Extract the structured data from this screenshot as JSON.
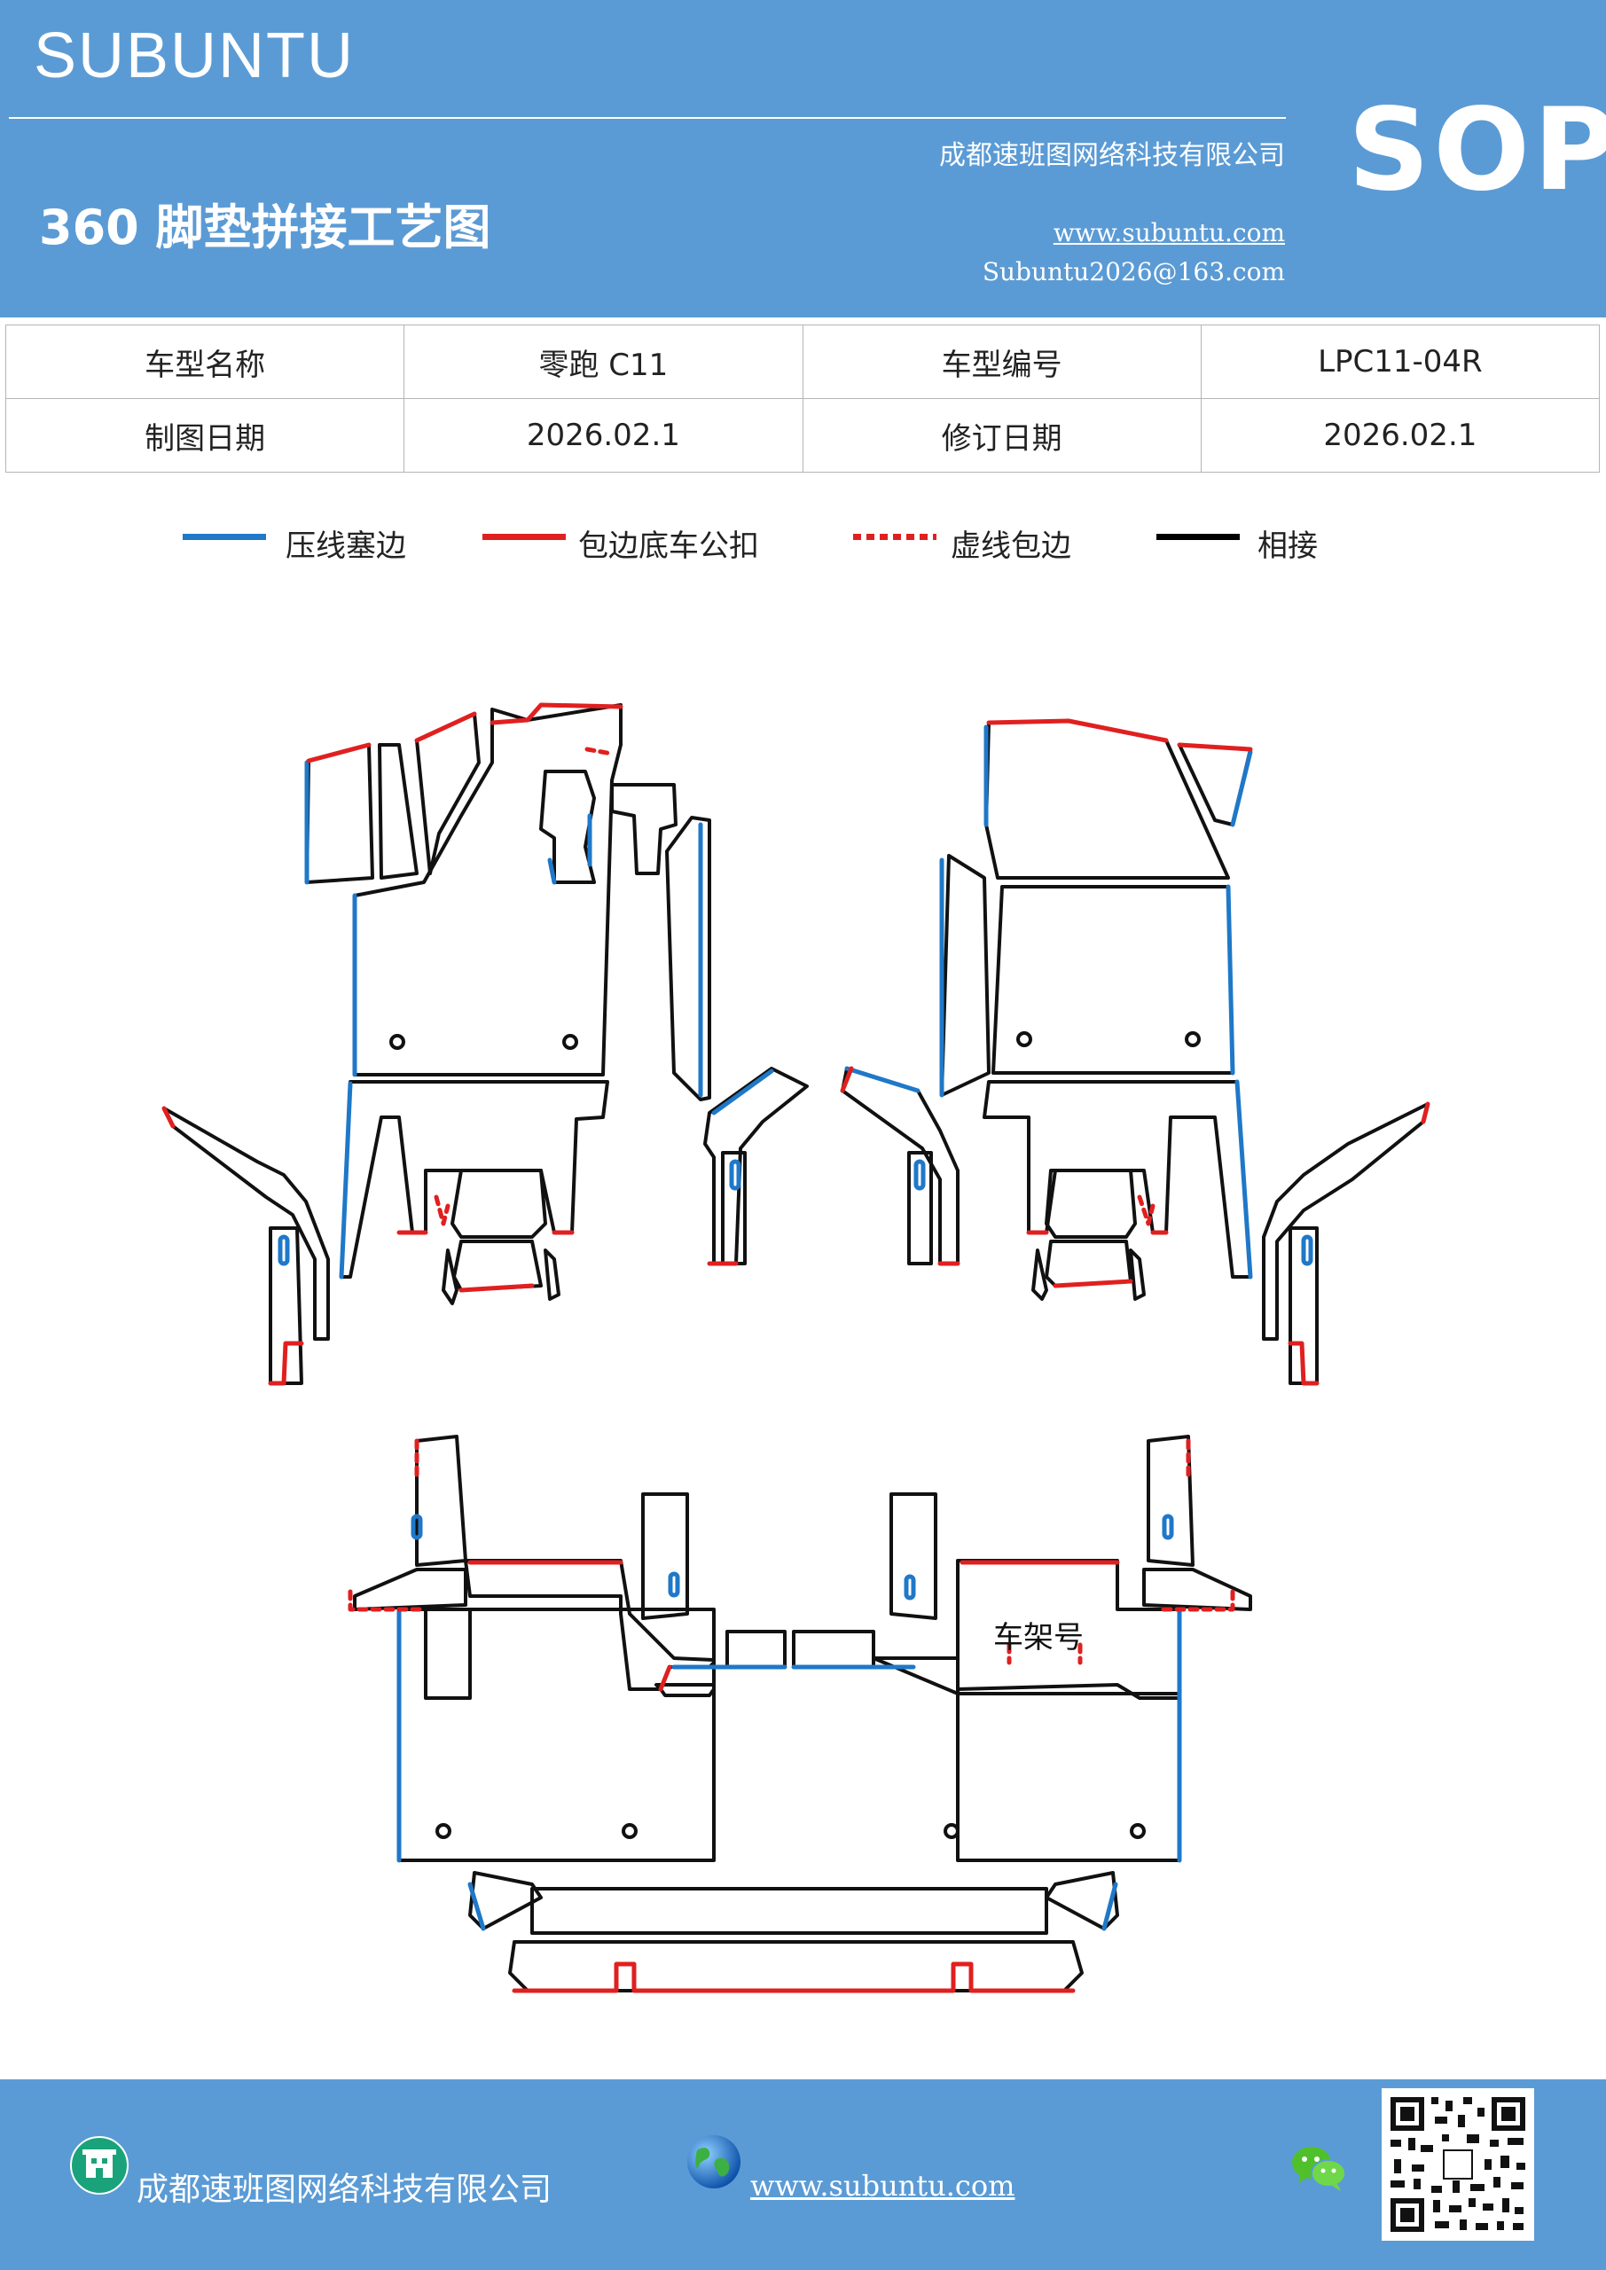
{
  "header": {
    "brand": "SUBUNTU",
    "title": "360 脚垫拼接工艺图",
    "company": "成都速班图网络科技有限公司",
    "website": "www.subuntu.com",
    "email": "Subuntu2026@163.com",
    "badge": "SOP"
  },
  "info_table": {
    "rows": [
      [
        "车型名称",
        "零跑 C11",
        "车型编号",
        "LPC11-04R"
      ],
      [
        "制图日期",
        "2026.02.1",
        "修订日期",
        "2026.02.1"
      ]
    ]
  },
  "legend": [
    {
      "label": "压线塞边",
      "color": "#1f78c8",
      "style": "solid"
    },
    {
      "label": "包边底车公扣",
      "color": "#e02020",
      "style": "solid"
    },
    {
      "label": "虚线包边",
      "color": "#e02020",
      "style": "dotted"
    },
    {
      "label": "相接",
      "color": "#000000",
      "style": "solid"
    }
  ],
  "diagram": {
    "annotation": "车架号"
  },
  "footer": {
    "company": "成都速班图网络科技有限公司",
    "website": "www.subuntu.com",
    "icons": [
      "building-icon",
      "globe-icon",
      "wechat-icon",
      "qr-code"
    ]
  }
}
